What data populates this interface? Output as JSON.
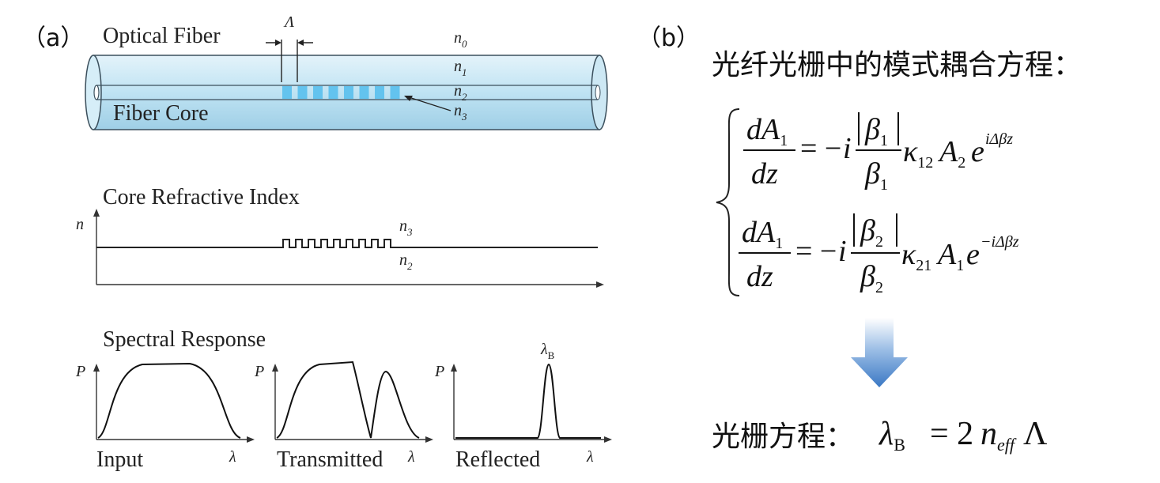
{
  "panel_a": {
    "tag": "（a）",
    "fiber": {
      "title": "Optical Fiber",
      "core_label": "Fiber Core",
      "period_symbol": "Λ",
      "n0": "n",
      "n0_sub": "0",
      "n1": "n",
      "n1_sub": "1",
      "n2": "n",
      "n2_sub": "2",
      "n3": "n",
      "n3_sub": "3",
      "colors": {
        "cladding": "#bfe3f3",
        "core_mark": "#63c3ee",
        "outline": "#3b4f5c"
      }
    },
    "index_profile": {
      "title": "Core Refractive Index",
      "y_axis": "n",
      "upper": "n",
      "upper_sub": "3",
      "lower": "n",
      "lower_sub": "2"
    },
    "spectral": {
      "title": "Spectral Response",
      "plots": [
        {
          "y_axis": "P",
          "x_axis": "λ",
          "label": "Input"
        },
        {
          "y_axis": "P",
          "x_axis": "λ",
          "label": "Transmitted"
        },
        {
          "y_axis": "P",
          "x_axis": "λ",
          "label": "Reflected",
          "peak_label": "λ",
          "peak_sub": "B"
        }
      ]
    }
  },
  "panel_b": {
    "tag": "（b）",
    "heading": "光纤光栅中的模式耦合方程：",
    "eq1": {
      "num": "dA",
      "num_sub": "1",
      "den": "dz",
      "eq": "= −",
      "i": "i",
      "beta_num": "β",
      "beta_num_sub": "1",
      "beta_den": "β",
      "beta_den_sub": "1",
      "kappa": "κ",
      "kappa_sub": "12",
      "amp": "A",
      "amp_sub": "2",
      "e": "e",
      "exp": "iΔβz"
    },
    "eq2": {
      "num": "dA",
      "num_sub": "1",
      "den": "dz",
      "eq": "= −",
      "i": "i",
      "beta_num": "β",
      "beta_num_sub": "2",
      "beta_den": "β",
      "beta_den_sub": "2",
      "kappa": "κ",
      "kappa_sub": "21",
      "amp": "A",
      "amp_sub": "1",
      "e": "e",
      "exp": "−iΔβz"
    },
    "arrow_color": "#3a78c4",
    "grating_label": "光栅方程：",
    "grating_eq": {
      "lambda": "λ",
      "lambda_sub": "B",
      "eq": "= 2",
      "n": "n",
      "n_sub": "eff",
      "Lambda": "Λ"
    }
  }
}
